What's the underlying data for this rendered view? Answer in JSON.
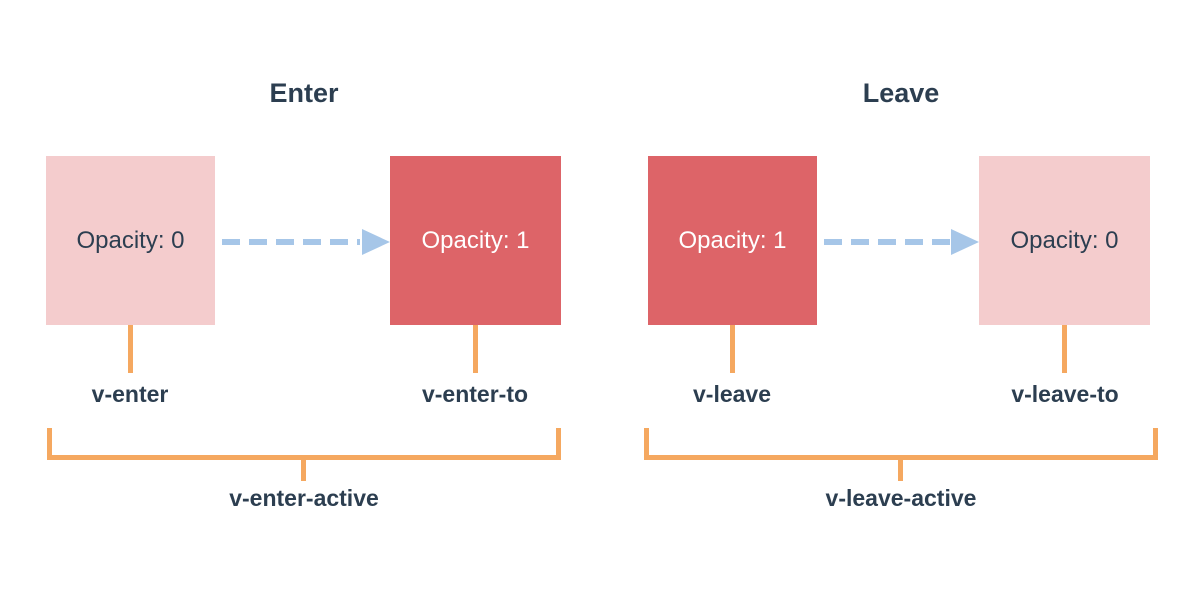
{
  "colors": {
    "navy": "#2c3e50",
    "pink": "#f4cccd",
    "red": "#dd6468",
    "orange": "#f5a860",
    "blue": "#a6c6e8",
    "bg": "#ffffff"
  },
  "diagrams": [
    {
      "id": "enter",
      "title": "Enter",
      "start_box": {
        "text": "Opacity: 0",
        "style": "faded"
      },
      "end_box": {
        "text": "Opacity: 1",
        "style": "solid"
      },
      "arrow": {
        "direction": "right",
        "style": "dashed"
      },
      "start_label": "v-enter",
      "end_label": "v-enter-to",
      "active_label": "v-enter-active"
    },
    {
      "id": "leave",
      "title": "Leave",
      "start_box": {
        "text": "Opacity: 1",
        "style": "solid"
      },
      "end_box": {
        "text": "Opacity: 0",
        "style": "faded"
      },
      "arrow": {
        "direction": "right",
        "style": "dashed"
      },
      "start_label": "v-leave",
      "end_label": "v-leave-to",
      "active_label": "v-leave-active"
    }
  ]
}
